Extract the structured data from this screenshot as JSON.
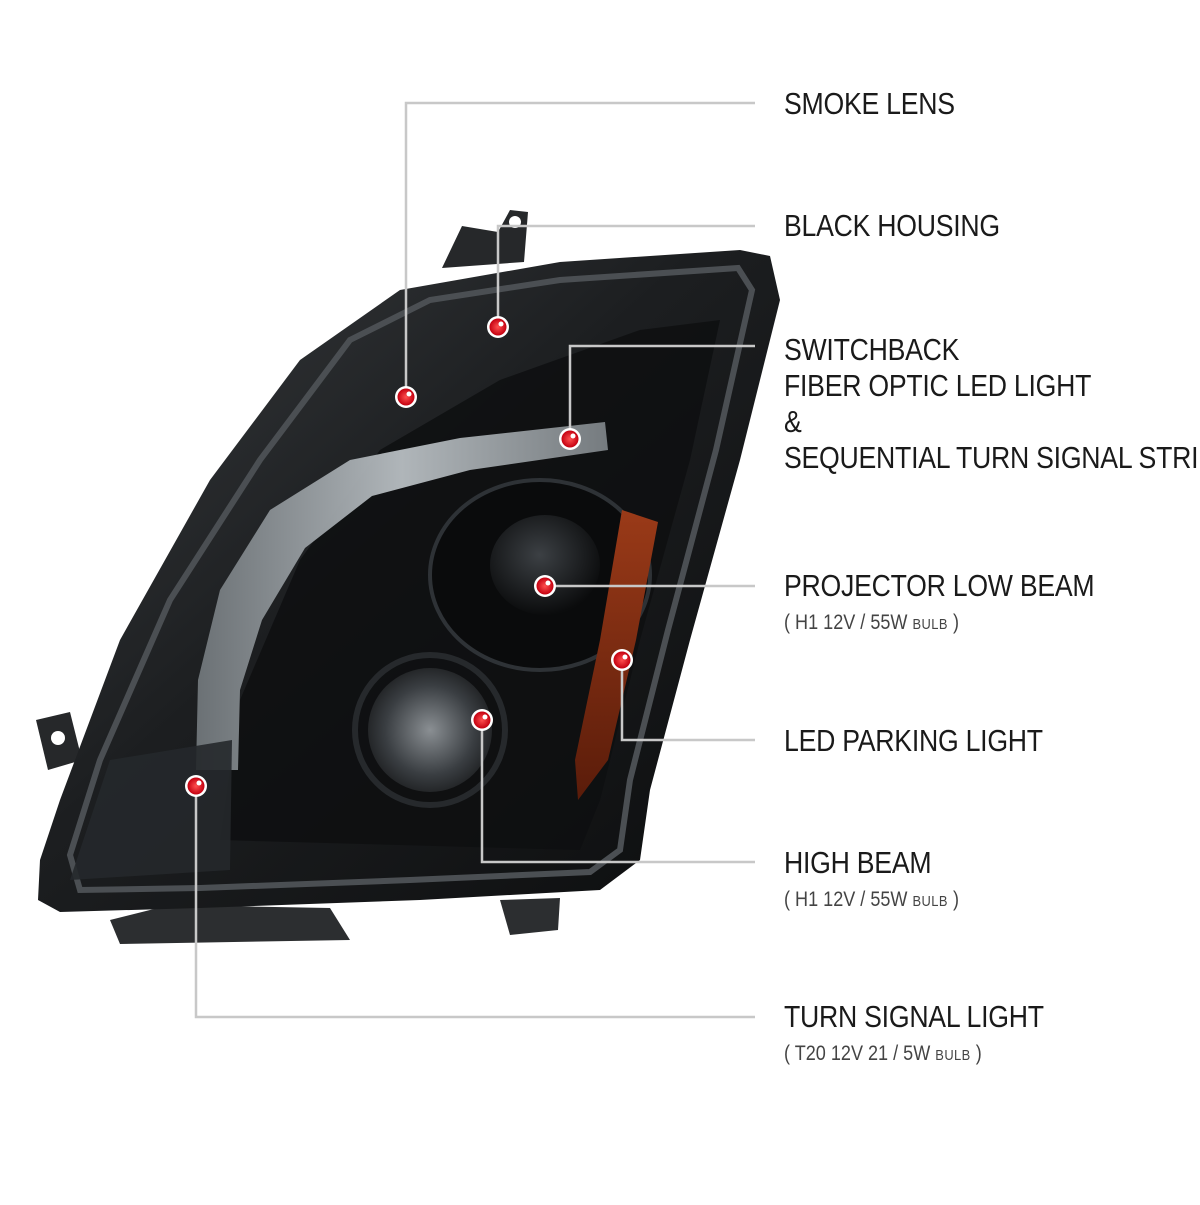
{
  "callouts": [
    {
      "id": "smoke-lens",
      "lines": [
        "SMOKE LENS"
      ]
    },
    {
      "id": "black-housing",
      "lines": [
        "BLACK HOUSING"
      ]
    },
    {
      "id": "switchback",
      "lines": [
        "SWITCHBACK",
        "FIBER OPTIC LED LIGHT",
        "&",
        "SEQUENTIAL TURN SIGNAL STRIP"
      ]
    },
    {
      "id": "projector-low-beam",
      "lines": [
        "PROJECTOR LOW BEAM"
      ],
      "spec": {
        "open": "(",
        "value": "H1  12V / 55W",
        "unit": "BULB",
        "close": ")"
      }
    },
    {
      "id": "led-parking-light",
      "lines": [
        "LED PARKING LIGHT"
      ]
    },
    {
      "id": "high-beam",
      "lines": [
        "HIGH BEAM"
      ],
      "spec": {
        "open": "(",
        "value": "H1  12V / 55W",
        "unit": "BULB",
        "close": ")"
      }
    },
    {
      "id": "turn-signal-light",
      "lines": [
        "TURN SIGNAL LIGHT"
      ],
      "spec": {
        "open": "(",
        "value": "T20  12V 21 / 5W",
        "unit": "BULB",
        "close": ")"
      }
    }
  ],
  "colors": {
    "leader_line": "#c8c8c8",
    "marker": "#e0141e",
    "housing": "#141618",
    "lens_smoke": "#2a2d30",
    "led_strip": "#9aa0a4",
    "amber_reflector": "#7a2a12"
  }
}
